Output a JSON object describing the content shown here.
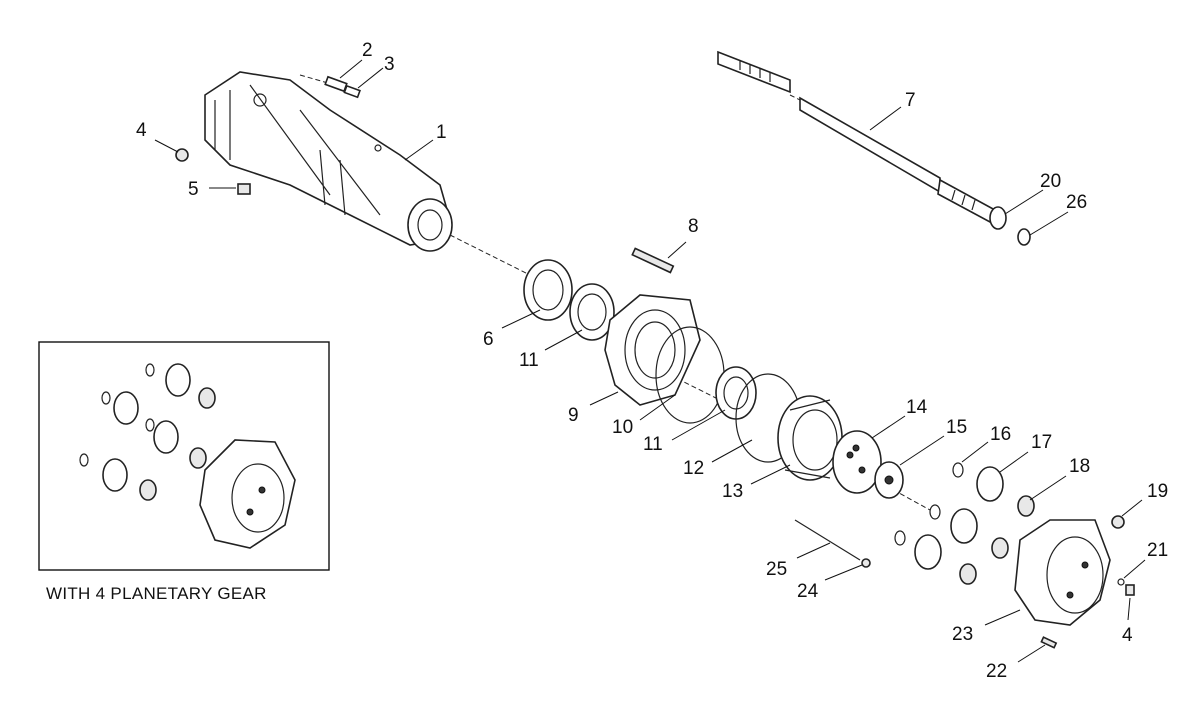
{
  "callouts": {
    "c1": "1",
    "c2": "2",
    "c3": "3",
    "c4a": "4",
    "c4b": "4",
    "c5": "5",
    "c6": "6",
    "c7": "7",
    "c8": "8",
    "c9": "9",
    "c10": "10",
    "c11a": "11",
    "c11b": "11",
    "c12": "12",
    "c13": "13",
    "c14": "14",
    "c15": "15",
    "c16": "16",
    "c17": "17",
    "c18": "18",
    "c19": "19",
    "c20": "20",
    "c21": "21",
    "c22": "22",
    "c23": "23",
    "c24": "24",
    "c25": "25",
    "c26": "26"
  },
  "inset": {
    "caption": "WITH 4 PLANETARY GEAR"
  }
}
